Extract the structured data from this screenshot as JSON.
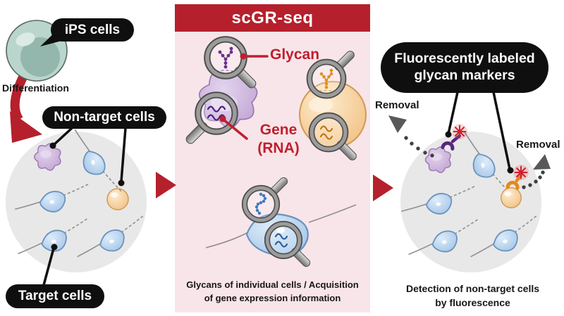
{
  "title": "scGR-seq workflow diagram",
  "colors": {
    "accent_red": "#b5202c",
    "label_red": "#c01f2f",
    "panel_pink": "#f8e5e9",
    "pill_black": "#0f0f0f",
    "dish_gray": "#e9e8e8",
    "ips_teal": "#bad5cc",
    "purple_cell": "#c9aed8",
    "orange_cell": "#f5cd97",
    "blue_cell": "#aecdea",
    "fluorescence_red": "#cf2030"
  },
  "left_panel": {
    "ips_cells_label": "iPS cells",
    "differentiation_label": "Differentiation",
    "non_target_cells_label": "Non-target cells",
    "target_cells_label": "Target cells"
  },
  "middle_panel": {
    "header": "scGR-seq",
    "glycan_label": "Glycan",
    "gene_label_line1": "Gene",
    "gene_label_line2": "(RNA)",
    "caption_line1": "Glycans of individual cells / Acquisition",
    "caption_line2": "of gene expression information"
  },
  "right_panel": {
    "marker_label_line1": "Fluorescently labeled",
    "marker_label_line2": "glycan markers",
    "removal_left_label": "Removal",
    "removal_right_label": "Removal",
    "caption_line1": "Detection of non-target cells",
    "caption_line2": "by fluorescence"
  }
}
